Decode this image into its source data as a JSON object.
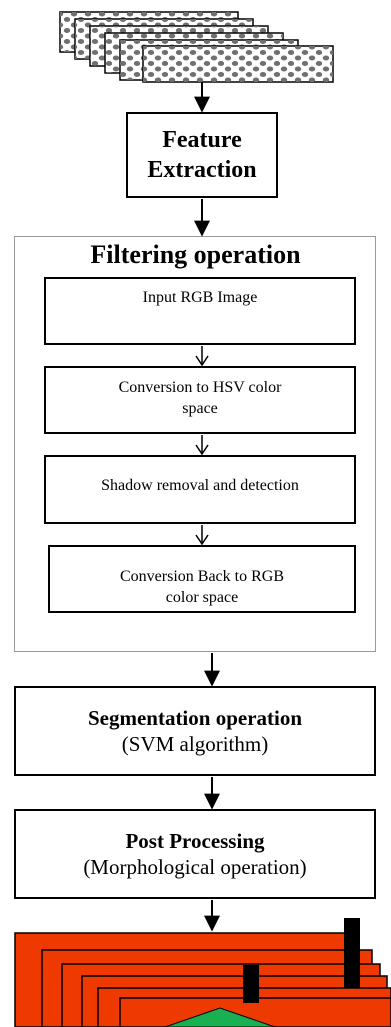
{
  "flow": {
    "feature_extraction": {
      "line1": "Feature",
      "line2": "Extraction"
    },
    "filtering": {
      "title": "Filtering operation",
      "steps": [
        {
          "line1": "Input RGB Image",
          "line2": ""
        },
        {
          "line1": "Conversion to HSV color",
          "line2": "space"
        },
        {
          "line1": "Shadow removal and detection",
          "line2": ""
        },
        {
          "line1": "Conversion Back to RGB",
          "line2": "color space"
        }
      ]
    },
    "segmentation": {
      "title": "Segmentation operation",
      "subtitle": "(SVM algorithm)"
    },
    "post_processing": {
      "title": "Post Processing",
      "subtitle": "(Morphological operation)"
    }
  },
  "colors": {
    "input_dot": "#707070",
    "output_card": "#ee3a00",
    "output_triangle": "#18b050"
  }
}
